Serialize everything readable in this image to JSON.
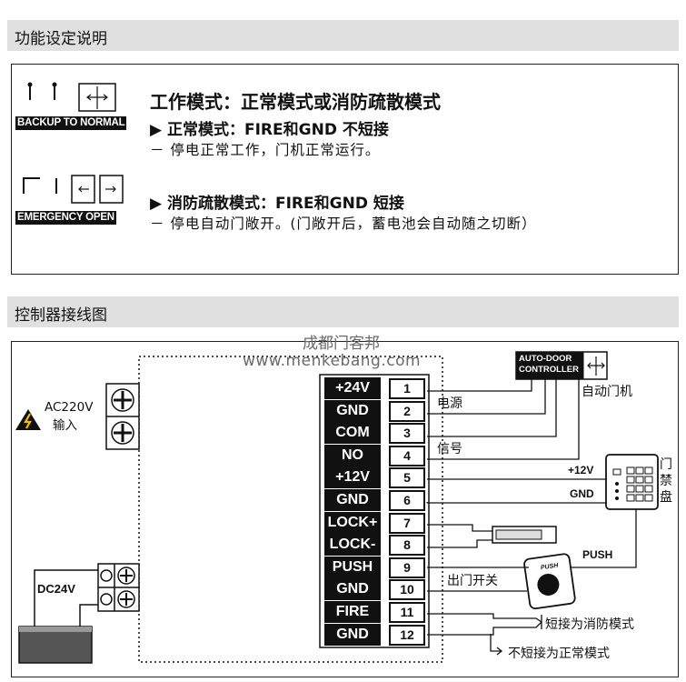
{
  "section1": {
    "title": "功能设定说明",
    "normal_tag": "BACKUP TO NORMAL",
    "emergency_tag": "EMERGENCY OPEN",
    "mode_heading": "工作模式：正常模式或消防疏散模式",
    "normal_heading": "▶ 正常模式：FIRE和GND 不短接",
    "normal_desc": "－ 停电正常工作，门机正常运行。",
    "fire_heading": "▶ 消防疏散模式：FIRE和GND 短接",
    "fire_desc": "－ 停电自动门敞开。(门敞开后，蓄电池会自动随之切断）"
  },
  "section2": {
    "title": "控制器接线图",
    "terminals": [
      {
        "label": "+24V",
        "num": "1"
      },
      {
        "label": "GND",
        "num": "2"
      },
      {
        "label": "COM",
        "num": "3"
      },
      {
        "label": "NO",
        "num": "4"
      },
      {
        "label": "+12V",
        "num": "5"
      },
      {
        "label": "GND",
        "num": "6"
      },
      {
        "label": "LOCK+",
        "num": "7"
      },
      {
        "label": "LOCK-",
        "num": "8"
      },
      {
        "label": "PUSH",
        "num": "9"
      },
      {
        "label": "GND",
        "num": "10"
      },
      {
        "label": "FIRE",
        "num": "11"
      },
      {
        "label": "GND",
        "num": "12"
      }
    ],
    "ac_label": "AC220V",
    "ac_input": "输入",
    "dc_label": "DC24V",
    "power_label": "电源",
    "signal_label": "信号",
    "controller_tag_line1": "AUTO-DOOR",
    "controller_tag_line2": "CONTROLLER",
    "auto_door": "自动门机",
    "kp_12v": "+12V",
    "kp_gnd": "GND",
    "access_panel": [
      "门",
      "禁",
      "盘"
    ],
    "push_label": "PUSH",
    "exit_switch": "出门开关",
    "push_button_text": "PUSH",
    "short_fire": "短接为消防模式",
    "no_short_normal": "不短接为正常模式"
  },
  "watermark": {
    "line1": "成都门客邦",
    "line2": "www.menkebang.com"
  }
}
